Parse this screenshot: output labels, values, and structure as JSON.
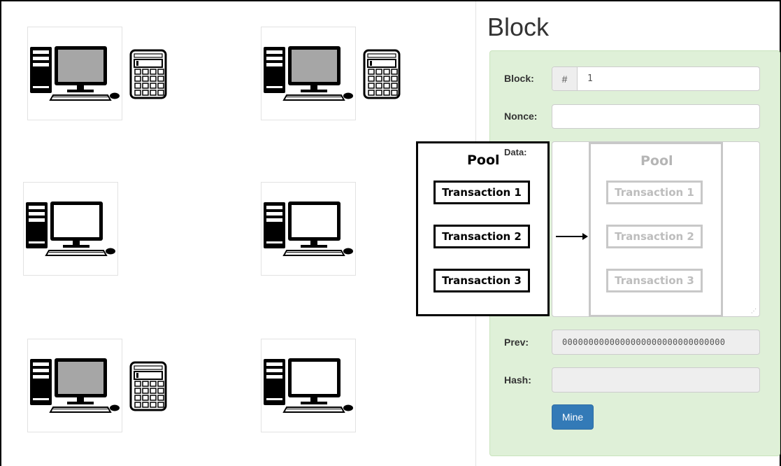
{
  "block": {
    "title": "Block",
    "block_label": "Block:",
    "block_addon": "#",
    "block_value": "1",
    "nonce_label": "Nonce:",
    "nonce_value": "",
    "data_label": "Data:",
    "prev_label": "Prev:",
    "prev_value": "0000000000000000000000000000000",
    "hash_label": "Hash:",
    "hash_value": "",
    "mine_label": "Mine"
  },
  "pool_left": {
    "title": "Pool",
    "transactions": [
      "Transaction 1",
      "Transaction 2",
      "Transaction 3"
    ]
  },
  "pool_right": {
    "title": "Pool",
    "transactions": [
      "Transaction 1",
      "Transaction 2",
      "Transaction 3"
    ]
  },
  "nodes": [
    {
      "icon": "computer-icon",
      "screen": "filled",
      "has_calculator": true
    },
    {
      "icon": "computer-icon",
      "screen": "filled",
      "has_calculator": true
    },
    {
      "icon": "computer-icon",
      "screen": "empty",
      "has_calculator": false
    },
    {
      "icon": "computer-icon",
      "screen": "empty",
      "has_calculator": false
    },
    {
      "icon": "computer-icon",
      "screen": "filled",
      "has_calculator": true
    },
    {
      "icon": "computer-icon",
      "screen": "empty",
      "has_calculator": false
    }
  ],
  "colors": {
    "panel_bg": "#dff0d8",
    "button_bg": "#337ab7",
    "screen_fill": "#a6a6a6"
  }
}
